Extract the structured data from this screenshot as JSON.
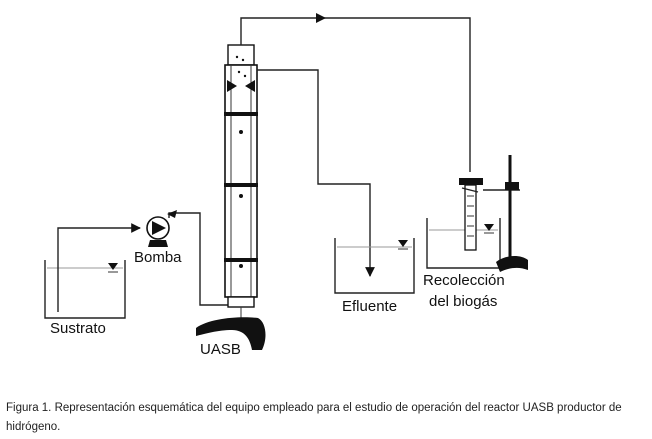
{
  "labels": {
    "bomba": "Bomba",
    "sustrato": "Sustrato",
    "uasb": "UASB",
    "efluente": "Efluente",
    "recoleccion_line1": "Recolección",
    "recoleccion_line2": "del biogás"
  },
  "caption": "Figura 1. Representación esquemática del equipo empleado para el estudio de operación del reactor UASB productor de hidrógeno."
}
